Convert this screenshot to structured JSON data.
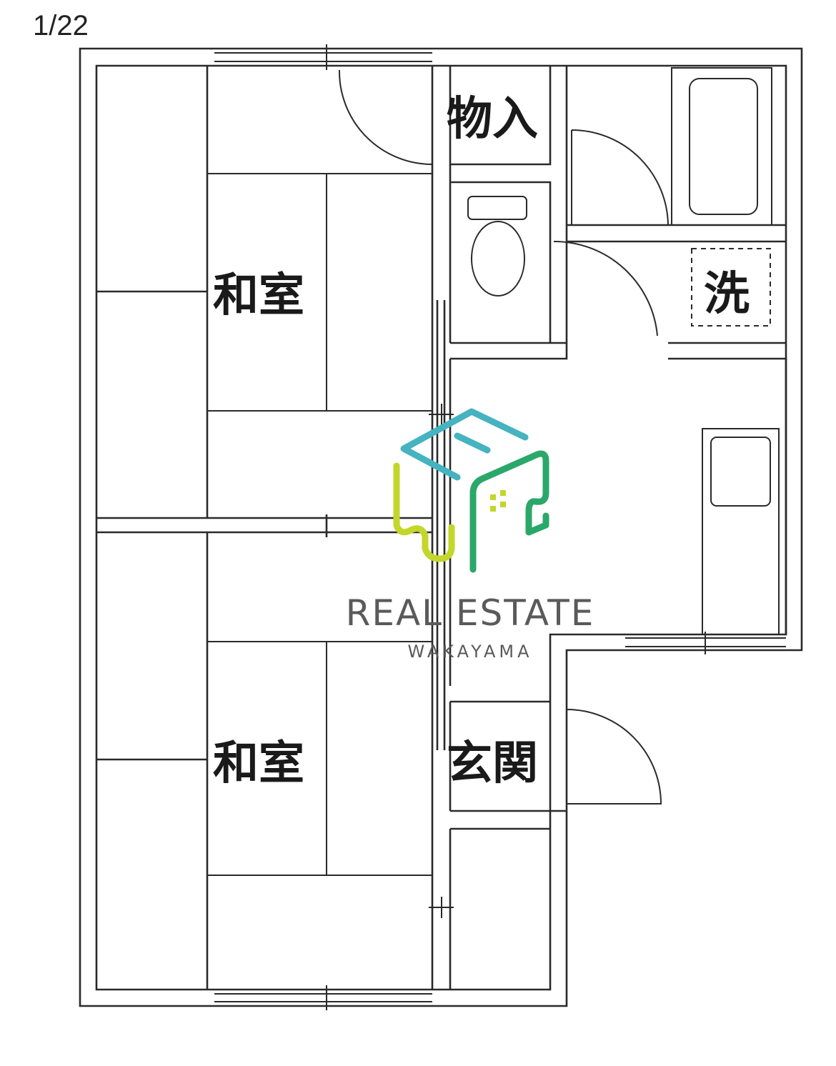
{
  "viewer": {
    "page_counter": "1/22"
  },
  "floorplan": {
    "rooms": {
      "storage": "物入",
      "washroom": "洗",
      "japanese_room_upper": "和室",
      "japanese_room_lower": "和室",
      "entrance": "玄関"
    },
    "watermark": {
      "line1": "REAL ESTATE",
      "line2": "WAKAYAMA",
      "colors": {
        "teal": "#45b3c0",
        "lime": "#c3d62a",
        "green": "#2aa86a",
        "text": "#5a5a5a"
      }
    }
  }
}
